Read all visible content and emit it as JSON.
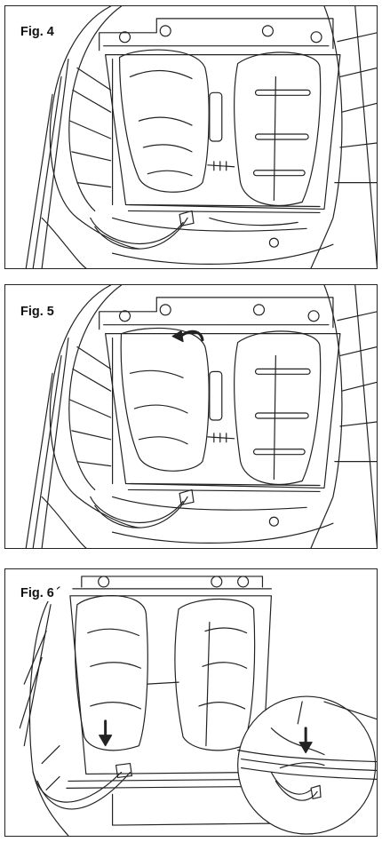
{
  "figures": [
    {
      "id": "fig4",
      "label": "Fig. 4"
    },
    {
      "id": "fig5",
      "label": "Fig. 5"
    },
    {
      "id": "fig6",
      "label": "Fig. 6"
    }
  ],
  "colors": {
    "line": "#222222",
    "background": "#ffffff"
  },
  "icons": {
    "rotate_arrow": "curved-arrow-icon",
    "down_arrow": "down-arrow-icon"
  }
}
